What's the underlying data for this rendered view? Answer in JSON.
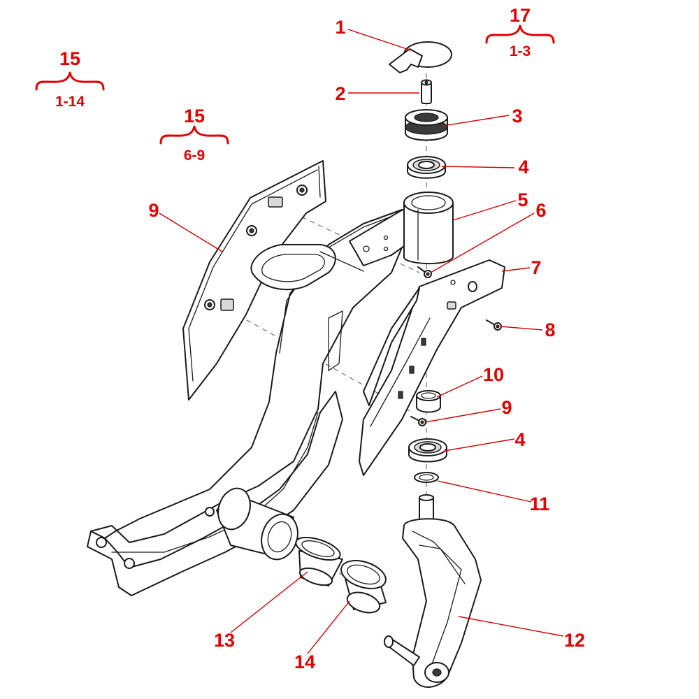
{
  "callouts": [
    {
      "id": "c1",
      "label": "1"
    },
    {
      "id": "c2",
      "label": "2"
    },
    {
      "id": "c3",
      "label": "3"
    },
    {
      "id": "c4a",
      "label": "4"
    },
    {
      "id": "c5",
      "label": "5"
    },
    {
      "id": "c6",
      "label": "6"
    },
    {
      "id": "c7",
      "label": "7"
    },
    {
      "id": "c8",
      "label": "8"
    },
    {
      "id": "c9a",
      "label": "9"
    },
    {
      "id": "c10",
      "label": "10"
    },
    {
      "id": "c9b",
      "label": "9"
    },
    {
      "id": "c4b",
      "label": "4"
    },
    {
      "id": "c11",
      "label": "11"
    },
    {
      "id": "c12",
      "label": "12"
    },
    {
      "id": "c13",
      "label": "13"
    },
    {
      "id": "c14",
      "label": "14"
    }
  ],
  "groups": [
    {
      "id": "g-15-all",
      "label": "15",
      "range": "1-14"
    },
    {
      "id": "g-15-sub",
      "label": "15",
      "range": "6-9"
    },
    {
      "id": "g-17",
      "label": "17",
      "range": "1-3"
    }
  ],
  "colors": {
    "callout": "#e00000",
    "line_art": "#1a1a1a",
    "background": "#ffffff"
  }
}
